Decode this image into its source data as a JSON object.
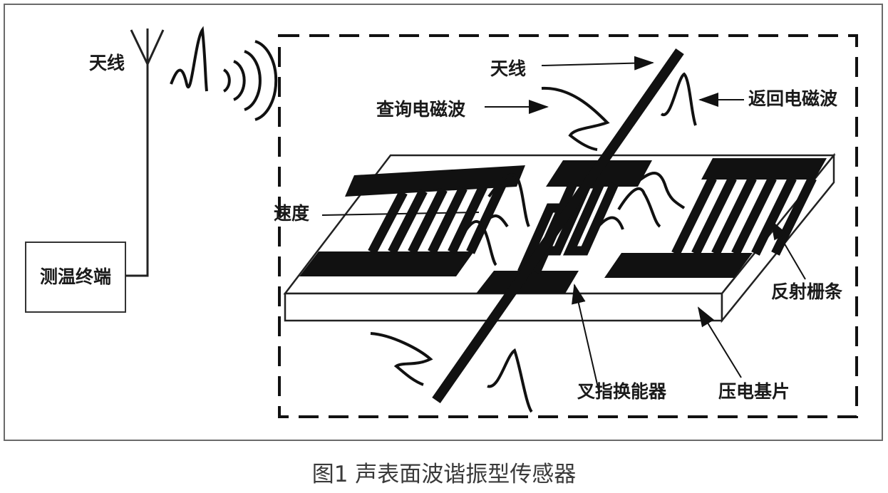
{
  "labels": {
    "left_antenna": "天线",
    "terminal": "测温终端",
    "sensor_antenna": "天线",
    "query_wave": "查询电磁波",
    "return_wave": "返回电磁波",
    "speed": "速度",
    "reflector": "反射栅条",
    "idt": "叉指换能器",
    "substrate": "压电基片"
  },
  "caption": "图1 声表面波谐振型传感器",
  "colors": {
    "ink": "#111111",
    "border": "#555555",
    "caption": "#3a3a3a"
  }
}
